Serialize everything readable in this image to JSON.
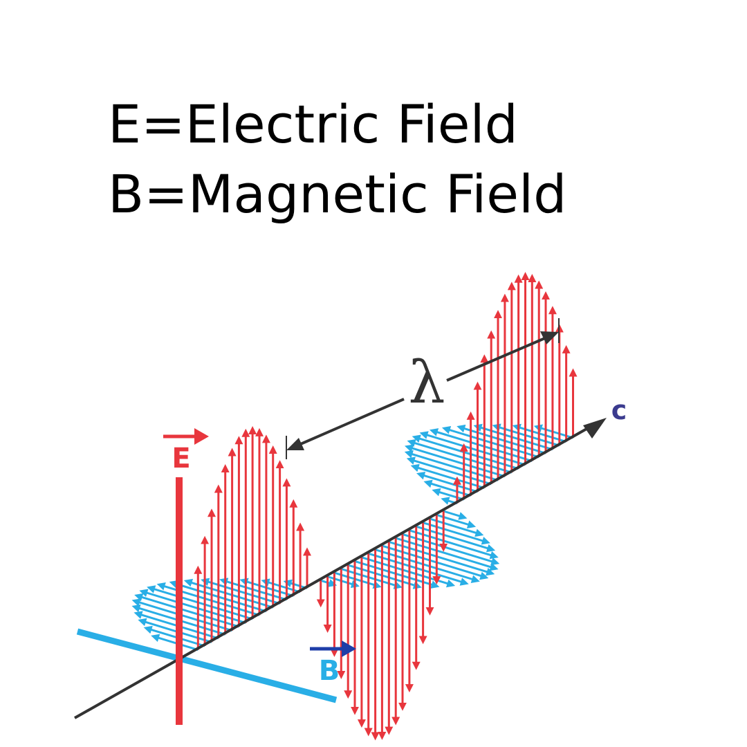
{
  "legend": {
    "line1": "E=Electric Field",
    "line2": "B=Magnetic Field"
  },
  "diagram": {
    "e_label": "E",
    "b_label": "B",
    "wavelength_label": "λ",
    "propagation_label": "c"
  },
  "colors": {
    "electric": "#e8363d",
    "magnetic": "#29aee6",
    "e_arrow": "#e8363d",
    "b_arrow": "#1e3ea8",
    "c_label": "#3b3b8f",
    "axis": "#333333"
  }
}
